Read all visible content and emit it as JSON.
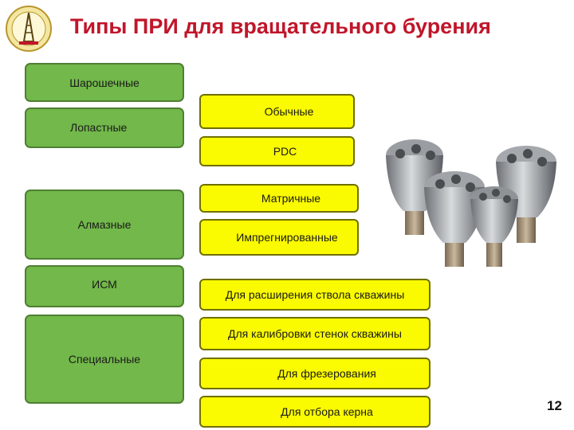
{
  "title": "Типы ПРИ для вращательного бурения",
  "left_categories": [
    {
      "label": "Шарошечные"
    },
    {
      "label": "Лопастные"
    },
    {
      "label": "Алмазные"
    },
    {
      "label": "ИСМ"
    },
    {
      "label": "Специальные"
    }
  ],
  "right_types": [
    {
      "label": "Обычные"
    },
    {
      "label": "PDC"
    },
    {
      "label": "Матричные"
    },
    {
      "label": "Импрегнированные"
    },
    {
      "label": "Для расширения ствола скважины"
    },
    {
      "label": "Для калибровки стенок скважины"
    },
    {
      "label": "Для фрезерования"
    },
    {
      "label": "Для отбора керна"
    }
  ],
  "page_number": "12",
  "colors": {
    "title": "#c0162a",
    "green_box": "#72b84a",
    "yellow_box": "#fafa00"
  }
}
